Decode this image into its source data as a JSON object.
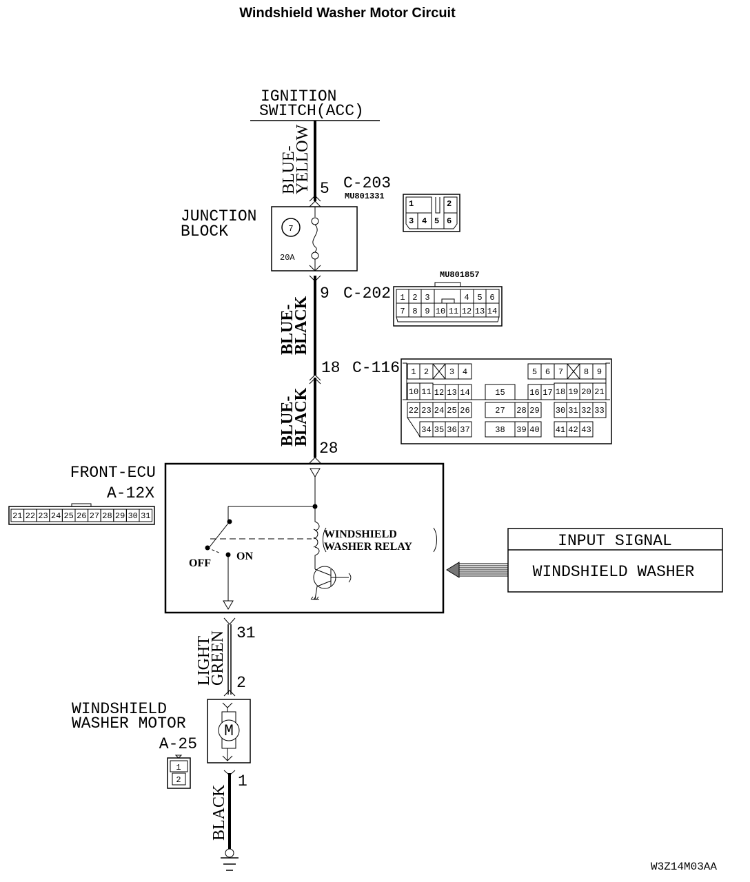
{
  "title": "Windshield Washer Motor Circuit",
  "source": {
    "line1": "IGNITION",
    "line2": "SWITCH(ACC)"
  },
  "wires": [
    {
      "id": "w1",
      "color_line1": "BLUE-",
      "color_line2": "YELLOW"
    },
    {
      "id": "w2",
      "color_line1": "BLUE-",
      "color_line2": "BLACK"
    },
    {
      "id": "w3",
      "color_line1": "BLUE-",
      "color_line2": "BLACK"
    },
    {
      "id": "w4",
      "color_line1": "LIGHT",
      "color_line2": "GREEN"
    },
    {
      "id": "w5",
      "color_line1": "BLACK"
    }
  ],
  "junction_block": {
    "label_line1": "JUNCTION",
    "label_line2": "BLOCK",
    "fuse_number": "7",
    "fuse_rating": "20A"
  },
  "connectors": {
    "c203": {
      "pin": "5",
      "name": "C-203",
      "part": "MU801331",
      "pins": [
        "1",
        "2",
        "3",
        "4",
        "5",
        "6"
      ]
    },
    "c202": {
      "pin": "9",
      "name": "C-202",
      "part": "MU801857",
      "pins": [
        "1",
        "2",
        "3",
        "4",
        "5",
        "6",
        "7",
        "8",
        "9",
        "10",
        "11",
        "12",
        "13",
        "14"
      ]
    },
    "c116": {
      "pin_top": "18",
      "pin_bottom": "28",
      "name": "C-116",
      "pins": [
        "1",
        "2",
        "3",
        "4",
        "5",
        "6",
        "7",
        "8",
        "9",
        "10",
        "11",
        "12",
        "13",
        "14",
        "15",
        "16",
        "17",
        "18",
        "19",
        "20",
        "21",
        "22",
        "23",
        "24",
        "25",
        "26",
        "27",
        "28",
        "29",
        "30",
        "31",
        "32",
        "33",
        "34",
        "35",
        "36",
        "37",
        "38",
        "39",
        "40",
        "41",
        "42",
        "43"
      ]
    },
    "a12x": {
      "pin": "31",
      "name": "A-12X",
      "pins": [
        "21",
        "22",
        "23",
        "24",
        "25",
        "26",
        "27",
        "28",
        "29",
        "30",
        "31"
      ]
    },
    "a25": {
      "pin_top": "2",
      "pin_bottom": "1",
      "name": "A-25",
      "pins": [
        "1",
        "2"
      ]
    }
  },
  "ecu": {
    "label": "FRONT-ECU",
    "relay_line1": "WINDSHIELD",
    "relay_line2": "WASHER RELAY",
    "switch_off": "OFF",
    "switch_on": "ON"
  },
  "input_signal": {
    "header": "INPUT SIGNAL",
    "value": "WINDSHIELD WASHER"
  },
  "motor": {
    "label_line1": "WINDSHIELD",
    "label_line2": "WASHER MOTOR",
    "symbol": "M"
  },
  "diagram_code": "W3Z14M03AA"
}
